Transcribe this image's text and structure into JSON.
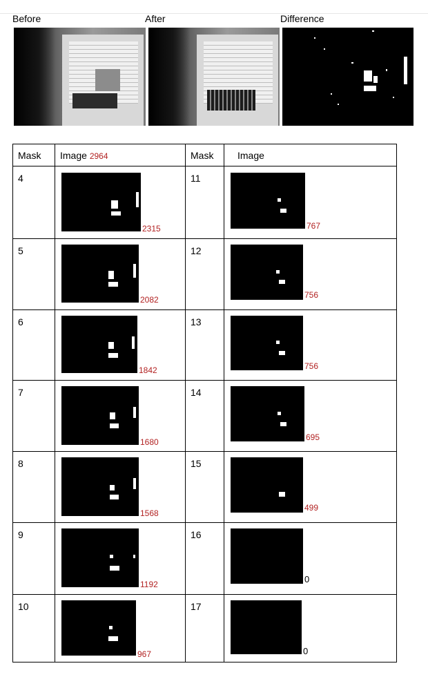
{
  "headers": {
    "before": "Before",
    "after": "After",
    "difference": "Difference"
  },
  "table": {
    "col_mask": "Mask",
    "col_image": "Image",
    "col_image_count": "2964",
    "col_mask2": "Mask",
    "col_image2": "Image"
  },
  "rows": [
    {
      "left": {
        "mask": "4",
        "count": "2315"
      },
      "right": {
        "mask": "11",
        "count": "767"
      }
    },
    {
      "left": {
        "mask": "5",
        "count": "2082"
      },
      "right": {
        "mask": "12",
        "count": "756"
      }
    },
    {
      "left": {
        "mask": "6",
        "count": "1842"
      },
      "right": {
        "mask": "13",
        "count": "756"
      }
    },
    {
      "left": {
        "mask": "7",
        "count": "1680"
      },
      "right": {
        "mask": "14",
        "count": "695"
      }
    },
    {
      "left": {
        "mask": "8",
        "count": "1568"
      },
      "right": {
        "mask": "15",
        "count": "499"
      }
    },
    {
      "left": {
        "mask": "9",
        "count": "1192"
      },
      "right": {
        "mask": "16",
        "count": "0"
      }
    },
    {
      "left": {
        "mask": "10",
        "count": "967"
      },
      "right": {
        "mask": "17",
        "count": "0"
      }
    }
  ],
  "colors": {
    "count_red": "#b22222",
    "mask_bg": "#000000",
    "blob": "#ffffff"
  }
}
